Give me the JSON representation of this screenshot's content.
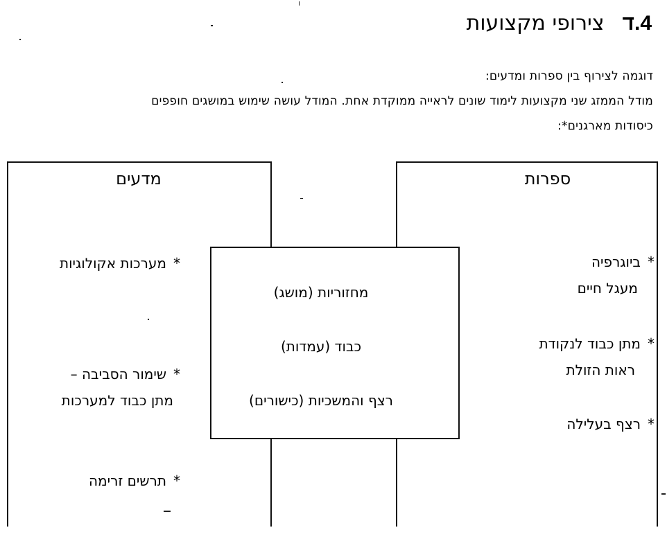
{
  "header": {
    "section_number": "4.ד",
    "title": "צירופי מקצועות"
  },
  "intro": {
    "line1": "דוגמה לצירוף בין ספרות ומדעים:",
    "line2": "מודל הממזג שני מקצועות לימוד שונים לראייה ממוקדת אחת. המודל עושה שימוש במושגים חופפים",
    "line3": "כיסודות מארגנים*:"
  },
  "left_box": {
    "title": "מדעים",
    "items": [
      {
        "line1": "מערכות אקולוגיות",
        "line2": ""
      },
      {
        "line1": "שימור הסביבה –",
        "line2": "מתן כבוד למערכות"
      },
      {
        "line1": "תרשים זרימה",
        "line2": ""
      }
    ]
  },
  "right_box": {
    "title": "ספרות",
    "items": [
      {
        "line1": "ביוגרפיה",
        "line2": "מעגל חיים"
      },
      {
        "line1": "מתן כבוד לנקודת",
        "line2": "ראות הזולת"
      },
      {
        "line1": "רצף בעלילה",
        "line2": ""
      }
    ]
  },
  "center_box": {
    "items": [
      "מחזוריות (מושג)",
      "כבוד (עמדות)",
      "רצף והמשכיות (כישורים)"
    ]
  },
  "bullet_symbol": "*"
}
